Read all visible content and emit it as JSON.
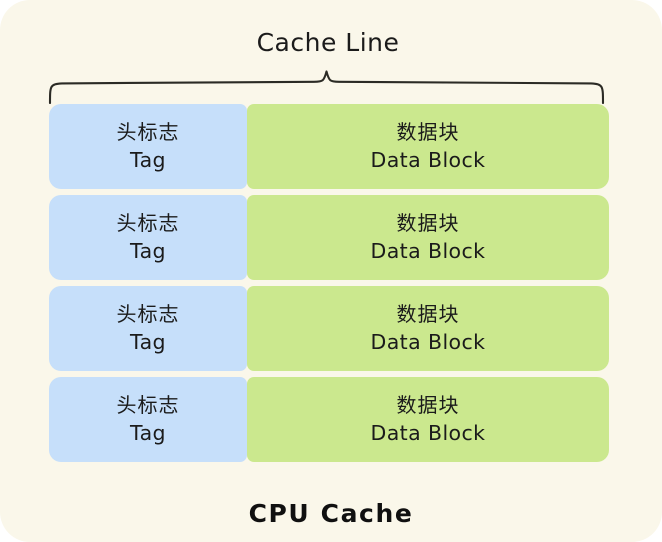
{
  "figure": {
    "title": "Cache Line",
    "caption": "CPU Cache",
    "background_color": "#faf7ea",
    "page_background_color": "#ffffff"
  },
  "brace": {
    "icon": "curly-brace-horizontal",
    "stroke_color": "#2b2b25",
    "spans_label": "Cache Line"
  },
  "legend_colors": {
    "tag_cell": "#c6dffa",
    "data_cell": "#cbe88e",
    "text": "#1b1b1b"
  },
  "columns": [
    {
      "key": "tag",
      "cn": "头标志",
      "en": "Tag"
    },
    {
      "key": "data",
      "cn": "数据块",
      "en": "Data Block"
    }
  ],
  "rows": [
    {
      "index": 1,
      "tag": {
        "cn": "头标志",
        "en": "Tag"
      },
      "data": {
        "cn": "数据块",
        "en": "Data Block"
      }
    },
    {
      "index": 2,
      "tag": {
        "cn": "头标志",
        "en": "Tag"
      },
      "data": {
        "cn": "数据块",
        "en": "Data Block"
      }
    },
    {
      "index": 3,
      "tag": {
        "cn": "头标志",
        "en": "Tag"
      },
      "data": {
        "cn": "数据块",
        "en": "Data Block"
      }
    },
    {
      "index": 4,
      "tag": {
        "cn": "头标志",
        "en": "Tag"
      },
      "data": {
        "cn": "数据块",
        "en": "Data Block"
      }
    }
  ]
}
